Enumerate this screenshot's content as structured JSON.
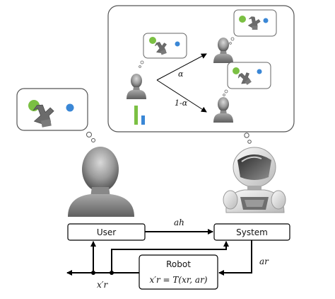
{
  "boxes": {
    "user": "User",
    "system": "System",
    "robot_title": "Robot",
    "robot_equation": "x′r = T(xr, ar)"
  },
  "arrows": {
    "user_to_system": "ah",
    "system_to_robot": "ar",
    "robot_state": "x′r"
  },
  "prediction": {
    "branch_top": "α",
    "branch_bottom": "1-α"
  },
  "colors": {
    "green_object": "#7bc043",
    "blue_object": "#3a87d6",
    "robot_arm": "#6b6b6b",
    "line": "#000000"
  },
  "icons": [
    "user-silhouette-icon",
    "robot-mascot-icon",
    "thought-bubble-icon",
    "robot-arm-icon",
    "belief-bar-chart-icon"
  ]
}
